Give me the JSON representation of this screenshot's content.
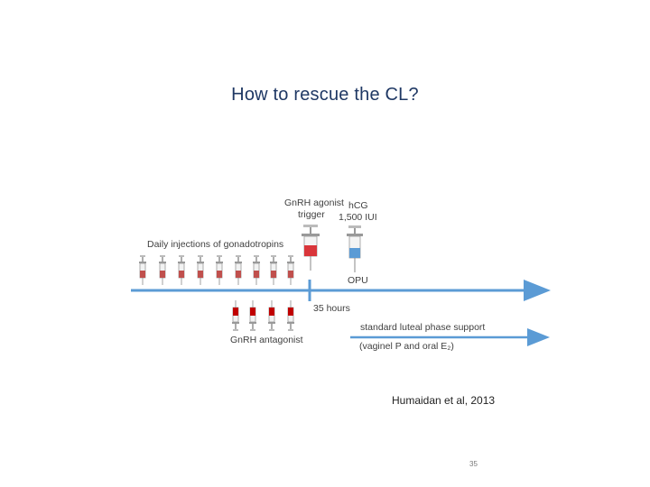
{
  "slide": {
    "title": "How to rescue the CL?",
    "citation": "Humaidan et al, 2013",
    "page_number": "35"
  },
  "diagram": {
    "gonadotropins_label": "Daily injections of gonadotropins",
    "trigger_label_line1": "GnRH agonist",
    "trigger_label_line2": "trigger",
    "hcg_label_line1": "hCG",
    "hcg_label_line2": "1,500 IUI",
    "opu_label": "OPU",
    "interval_label": "35 hours",
    "antagonist_label": "GnRH antagonist",
    "luteal_label_line1": "standard luteal phase support",
    "luteal_label_line2": "(vaginel P and oral E₂)",
    "colors": {
      "timeline": "#5b9bd5",
      "gonadotropin_fluid": "#c0504d",
      "antagonist_fluid": "#c00000",
      "trigger_fluid": "#d9353a",
      "hcg_fluid": "#5b9bd5"
    }
  }
}
